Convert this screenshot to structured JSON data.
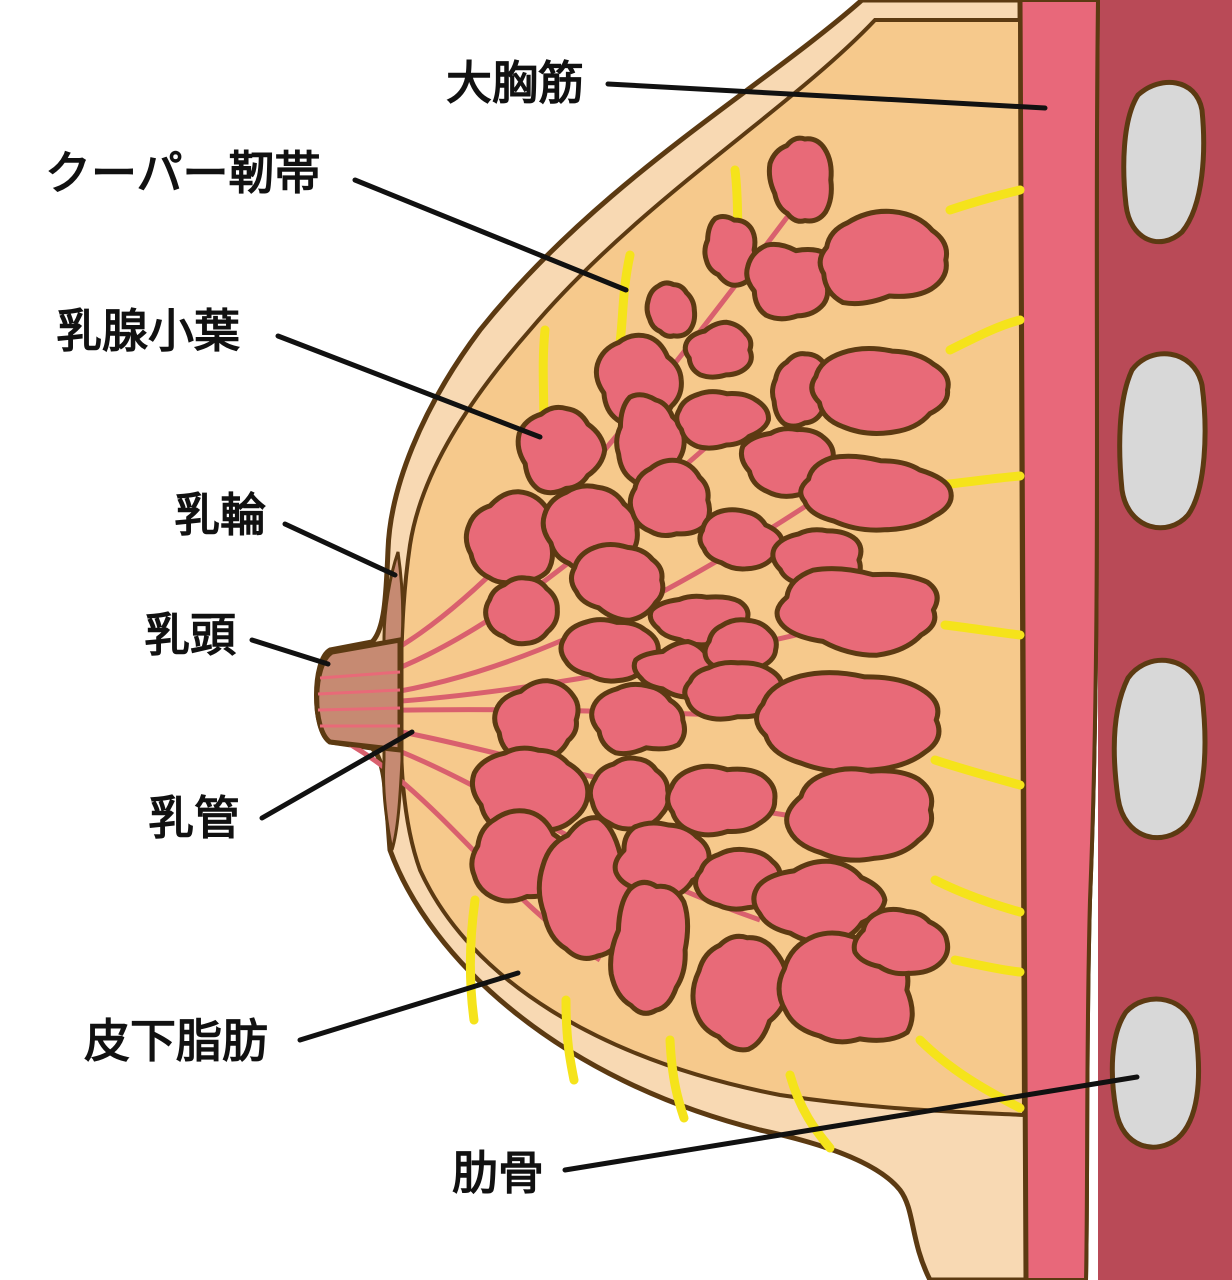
{
  "labels": {
    "pectoralis_major": "大胸筋",
    "coopers_ligament": "クーパー靭帯",
    "mammary_lobule": "乳腺小葉",
    "areola": "乳輪",
    "nipple": "乳頭",
    "milk_duct": "乳管",
    "subcutaneous_fat": "皮下脂肪",
    "rib": "肋骨"
  },
  "colors": {
    "skin": "#f8d9b3",
    "fat": "#f6c98c",
    "outline": "#5c3a12",
    "lobule": "#e86a78",
    "ligament": "#f5e31b",
    "muscle": "#e8687a",
    "chest_wall": "#b94a57",
    "rib": "#d8d8d8",
    "nipple": "#c68a72"
  }
}
